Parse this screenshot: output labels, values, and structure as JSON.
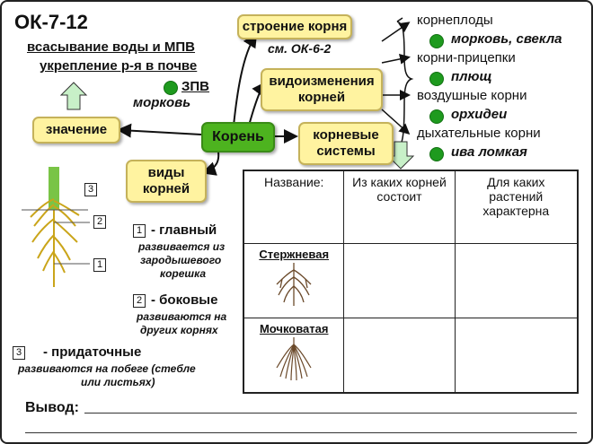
{
  "code": "ОК-7-12",
  "center_label": "Корень",
  "top_box": "строение корня",
  "top_ref": "см. ОК-6-2",
  "mod_box": [
    "видоизменения",
    "корней"
  ],
  "systems_box": [
    "корневые",
    "системы"
  ],
  "types_box": [
    "виды",
    "корней"
  ],
  "meaning_box": "значение",
  "meaning_lines": [
    "всасывание воды и МПВ",
    "укрепление р-я в почве"
  ],
  "zpv": "ЗПВ",
  "zpv_example": "морковь",
  "mods": [
    {
      "name": "корнеплоды",
      "example": "морковь, свекла"
    },
    {
      "name": "корни-прицепки",
      "example": "плющ"
    },
    {
      "name": "воздушные корни",
      "example": "орхидеи"
    },
    {
      "name": "дыхательные корни",
      "example": "ива ломкая"
    }
  ],
  "root_types": [
    {
      "num": "1",
      "title": "- главный",
      "desc": [
        "развивается из",
        "зародышевого",
        "корешка"
      ]
    },
    {
      "num": "2",
      "title": "- боковые",
      "desc": [
        "развиваются на",
        "других корнях"
      ]
    },
    {
      "num": "3",
      "title": "- придаточные",
      "desc": [
        "развиваются на побеге (стебле",
        "или листьях)"
      ]
    }
  ],
  "figure_labels": [
    "3",
    "2",
    "1"
  ],
  "table": {
    "headers": [
      "Название:",
      "Из каких корней состоит",
      "Для каких растений характерна"
    ],
    "rows": [
      "Стержневая",
      "Мочковатая"
    ]
  },
  "conclusion": "Вывод:",
  "colors": {
    "box_fill": "#fff3a0",
    "center_fill": "#4db31f",
    "arrow_fill": "#c8f0c8",
    "dot": "#1e9a1e"
  }
}
